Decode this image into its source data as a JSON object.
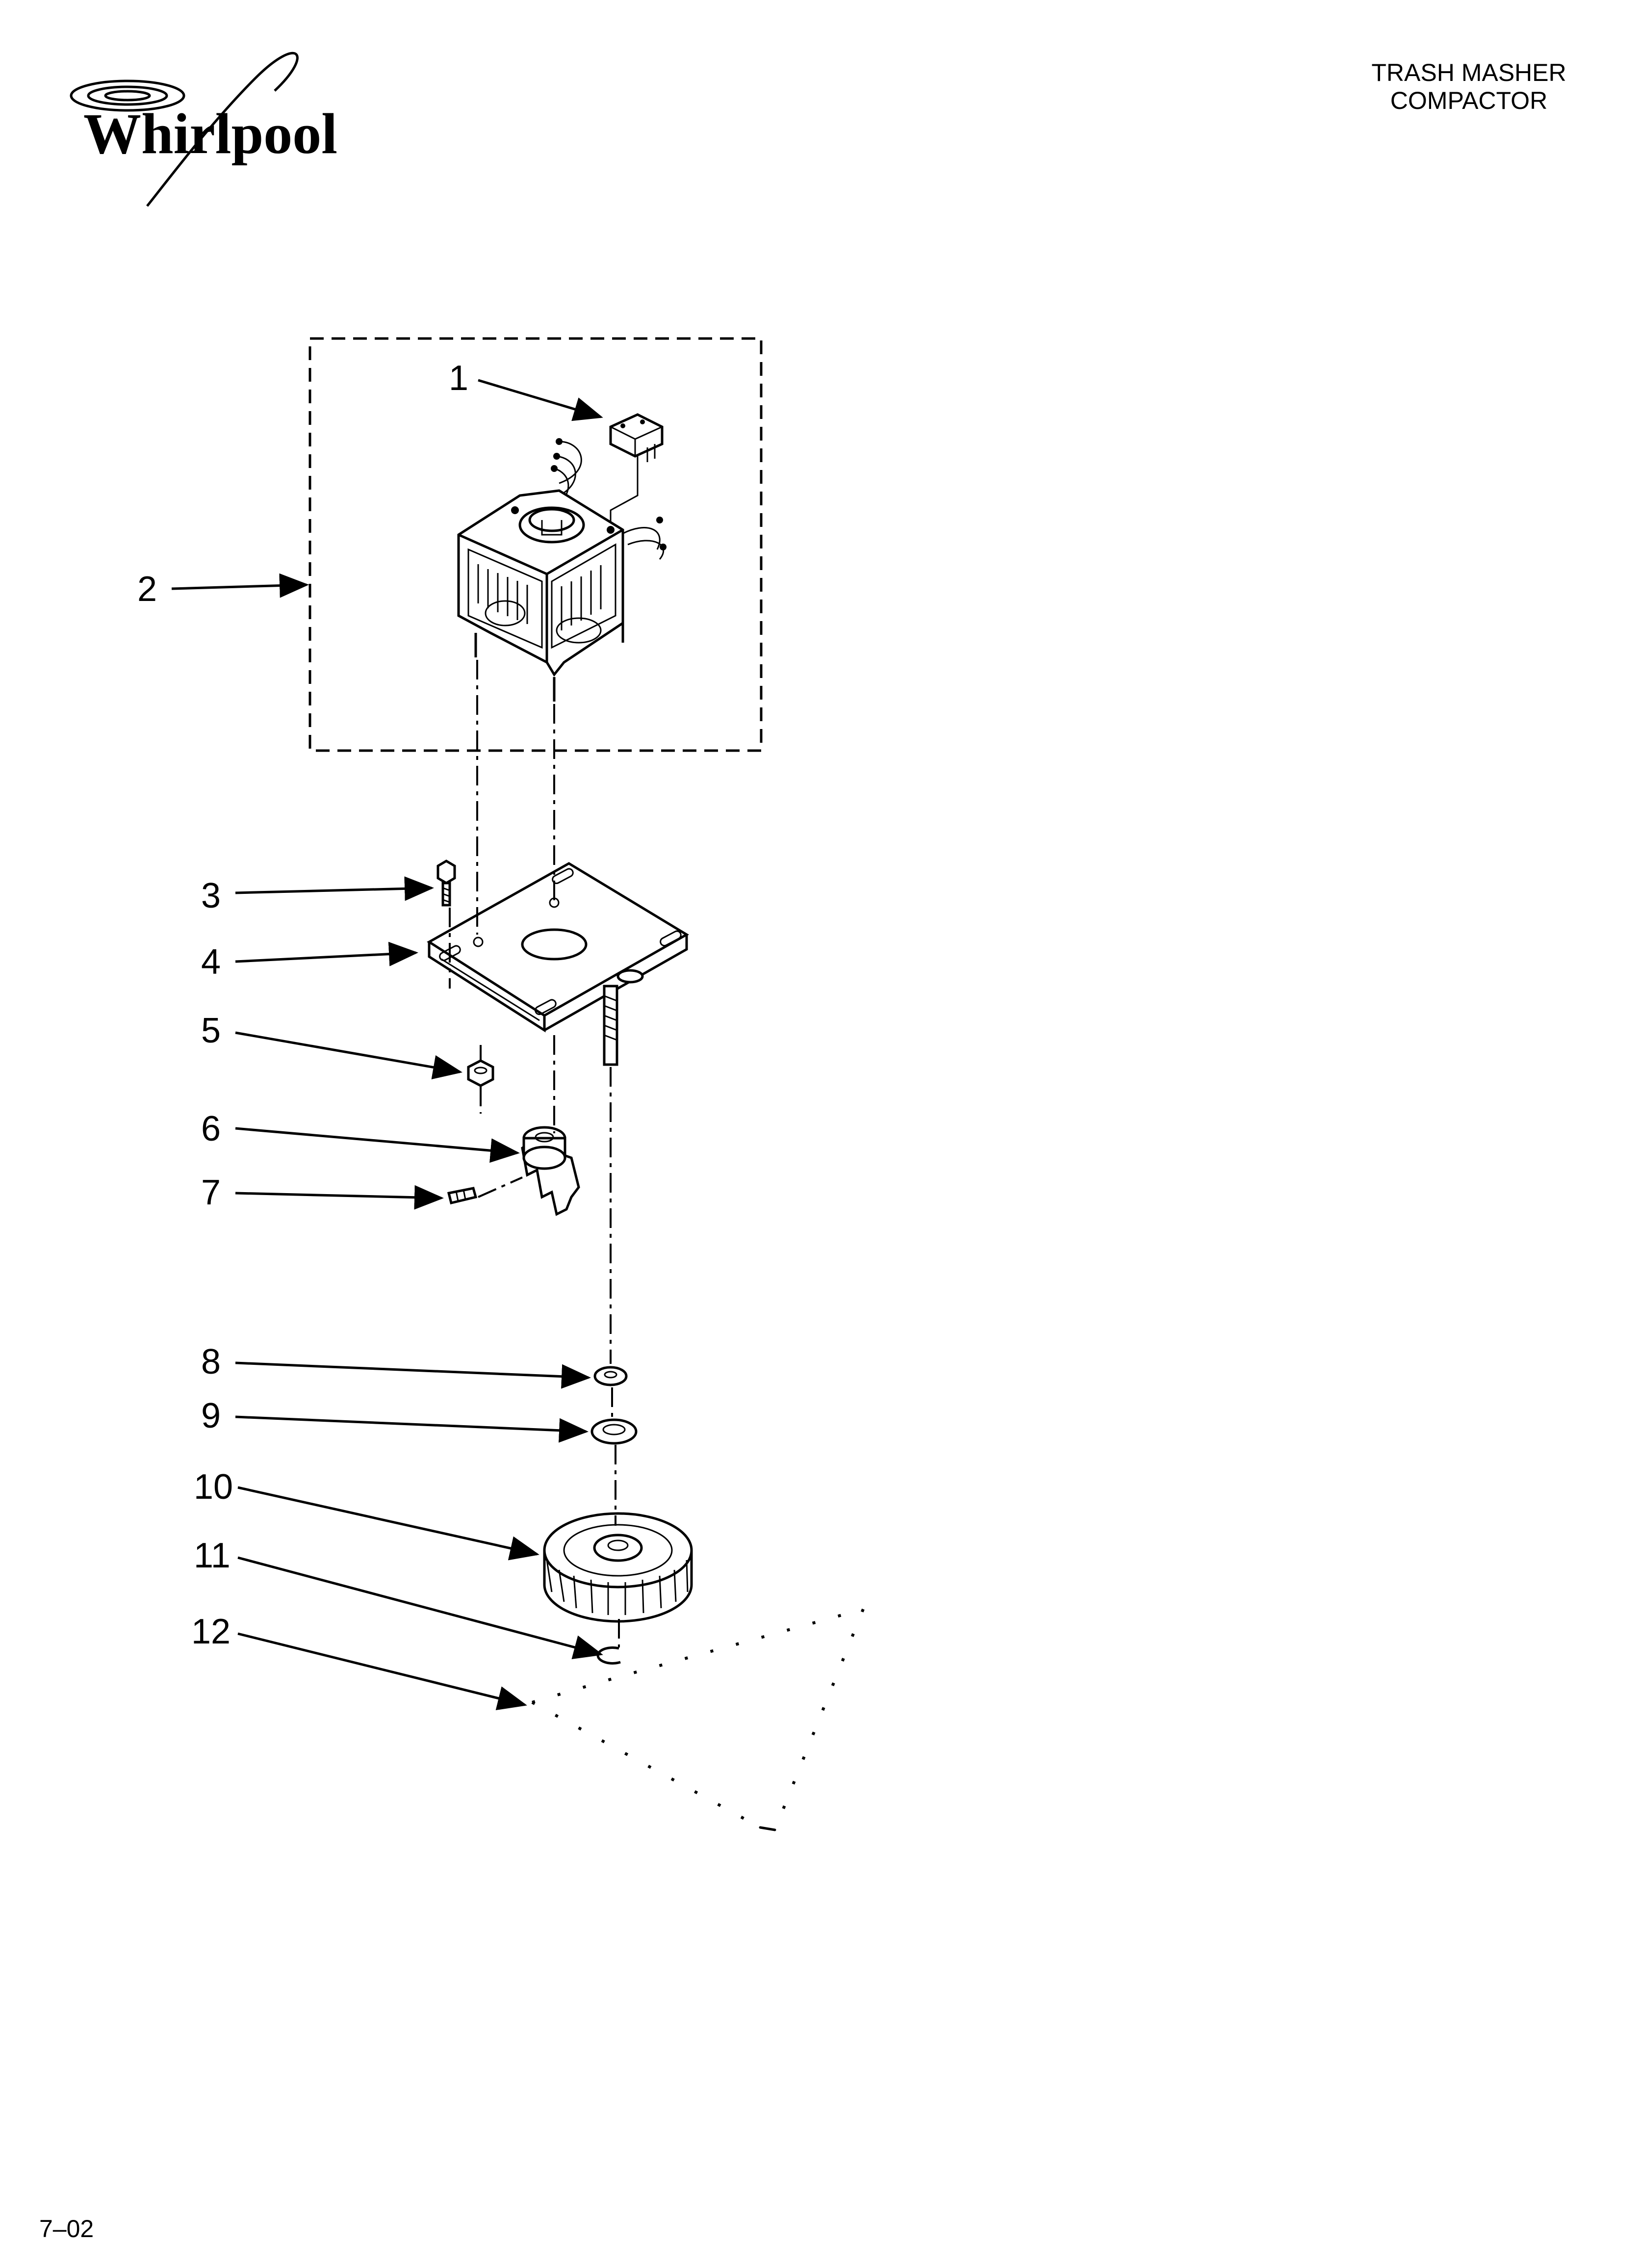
{
  "brand": {
    "name": "Whirlpool"
  },
  "header": {
    "line1": "TRASH  MASHER",
    "line2": "COMPACTOR"
  },
  "callouts": [
    "1",
    "2",
    "3",
    "4",
    "5",
    "6",
    "7",
    "8",
    "9",
    "10",
    "11",
    "12"
  ],
  "footer": {
    "code": "7–02"
  },
  "icons": {
    "logo": "whirlpool-swirl-logo",
    "motor": "motor-assembly-icon",
    "switch": "motor-switch-icon",
    "bracket": "mounting-bracket-icon",
    "chain": "drive-chain-icon"
  }
}
